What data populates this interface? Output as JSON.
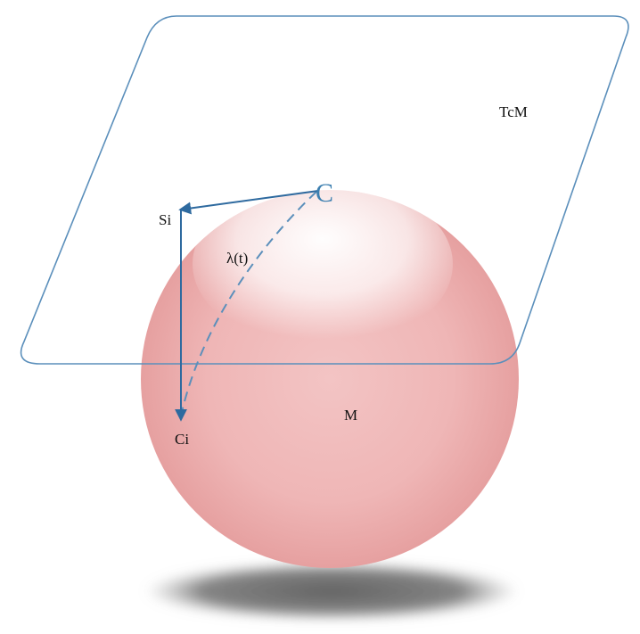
{
  "labels": {
    "tangent_space": "TcM",
    "point_c": "C",
    "si": "Si",
    "ci": "Ci",
    "geodesic": "λ(t)",
    "manifold": "M"
  },
  "colors": {
    "plane_stroke": "#5b8fbb",
    "vector": "#2e6a9f",
    "geodesic": "#5b8fbb",
    "sphere_base": "#efb4b4",
    "shadow": "#6e6e6e"
  }
}
